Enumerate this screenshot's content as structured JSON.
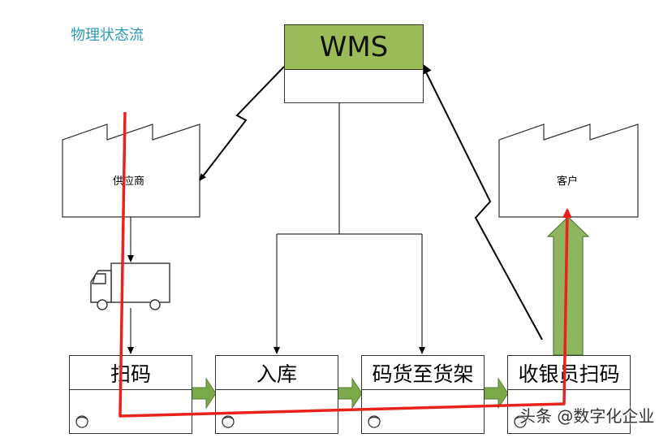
{
  "title": "物理状态流",
  "wms": {
    "label": "WMS",
    "header_color": "#9bbb59"
  },
  "supplier": {
    "label": "供应商"
  },
  "customer": {
    "label": "客户"
  },
  "processes": [
    {
      "label": "扫码"
    },
    {
      "label": "入库"
    },
    {
      "label": "码货至货架"
    },
    {
      "label": "收银员扫码"
    }
  ],
  "watermark": "头条 @数字化企业",
  "colors": {
    "flow_red": "#e8231d",
    "push_arrow_green": "#7ca94a",
    "accent_teal": "#2e9bb3"
  }
}
